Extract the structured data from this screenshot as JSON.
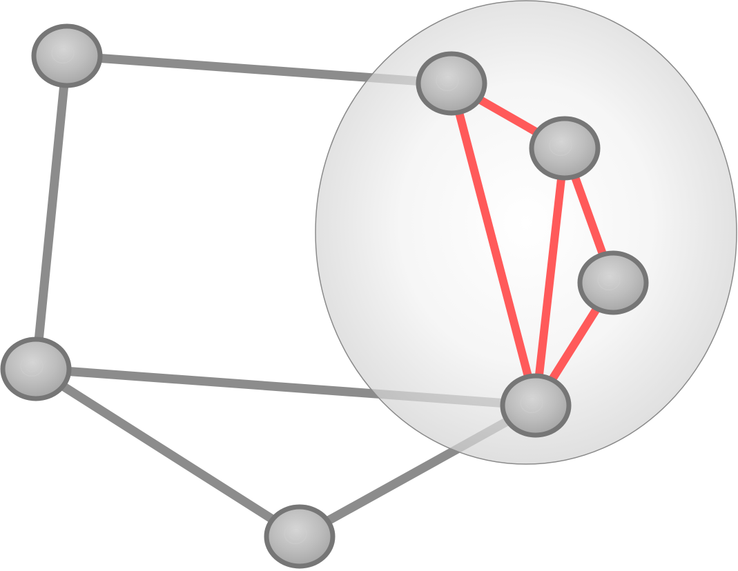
{
  "colors": {
    "background": "#ffffff",
    "edge_default": "#8c8c8c",
    "edge_highlight": "#ff5a5a",
    "node_fill": "#b4b4b4",
    "node_stroke": "#767676",
    "cluster_fill_center": "#ffffff",
    "cluster_fill_edge": "#cfcfcf",
    "cluster_stroke": "#8a8a8a"
  },
  "graph": {
    "nodes": [
      {
        "id": "n1",
        "in_cluster": false
      },
      {
        "id": "n2",
        "in_cluster": true
      },
      {
        "id": "n3",
        "in_cluster": true
      },
      {
        "id": "n4",
        "in_cluster": true
      },
      {
        "id": "n5",
        "in_cluster": false
      },
      {
        "id": "n6",
        "in_cluster": true
      },
      {
        "id": "n7",
        "in_cluster": false
      }
    ],
    "edges": [
      {
        "source": "n1",
        "target": "n2",
        "highlighted": false
      },
      {
        "source": "n1",
        "target": "n5",
        "highlighted": false
      },
      {
        "source": "n5",
        "target": "n6",
        "highlighted": false
      },
      {
        "source": "n5",
        "target": "n7",
        "highlighted": false
      },
      {
        "source": "n7",
        "target": "n6",
        "highlighted": false
      },
      {
        "source": "n2",
        "target": "n3",
        "highlighted": true
      },
      {
        "source": "n2",
        "target": "n6",
        "highlighted": true
      },
      {
        "source": "n3",
        "target": "n6",
        "highlighted": true
      },
      {
        "source": "n3",
        "target": "n4",
        "highlighted": true
      },
      {
        "source": "n4",
        "target": "n6",
        "highlighted": true
      }
    ],
    "cluster": {
      "members": [
        "n2",
        "n3",
        "n4",
        "n6"
      ]
    }
  }
}
